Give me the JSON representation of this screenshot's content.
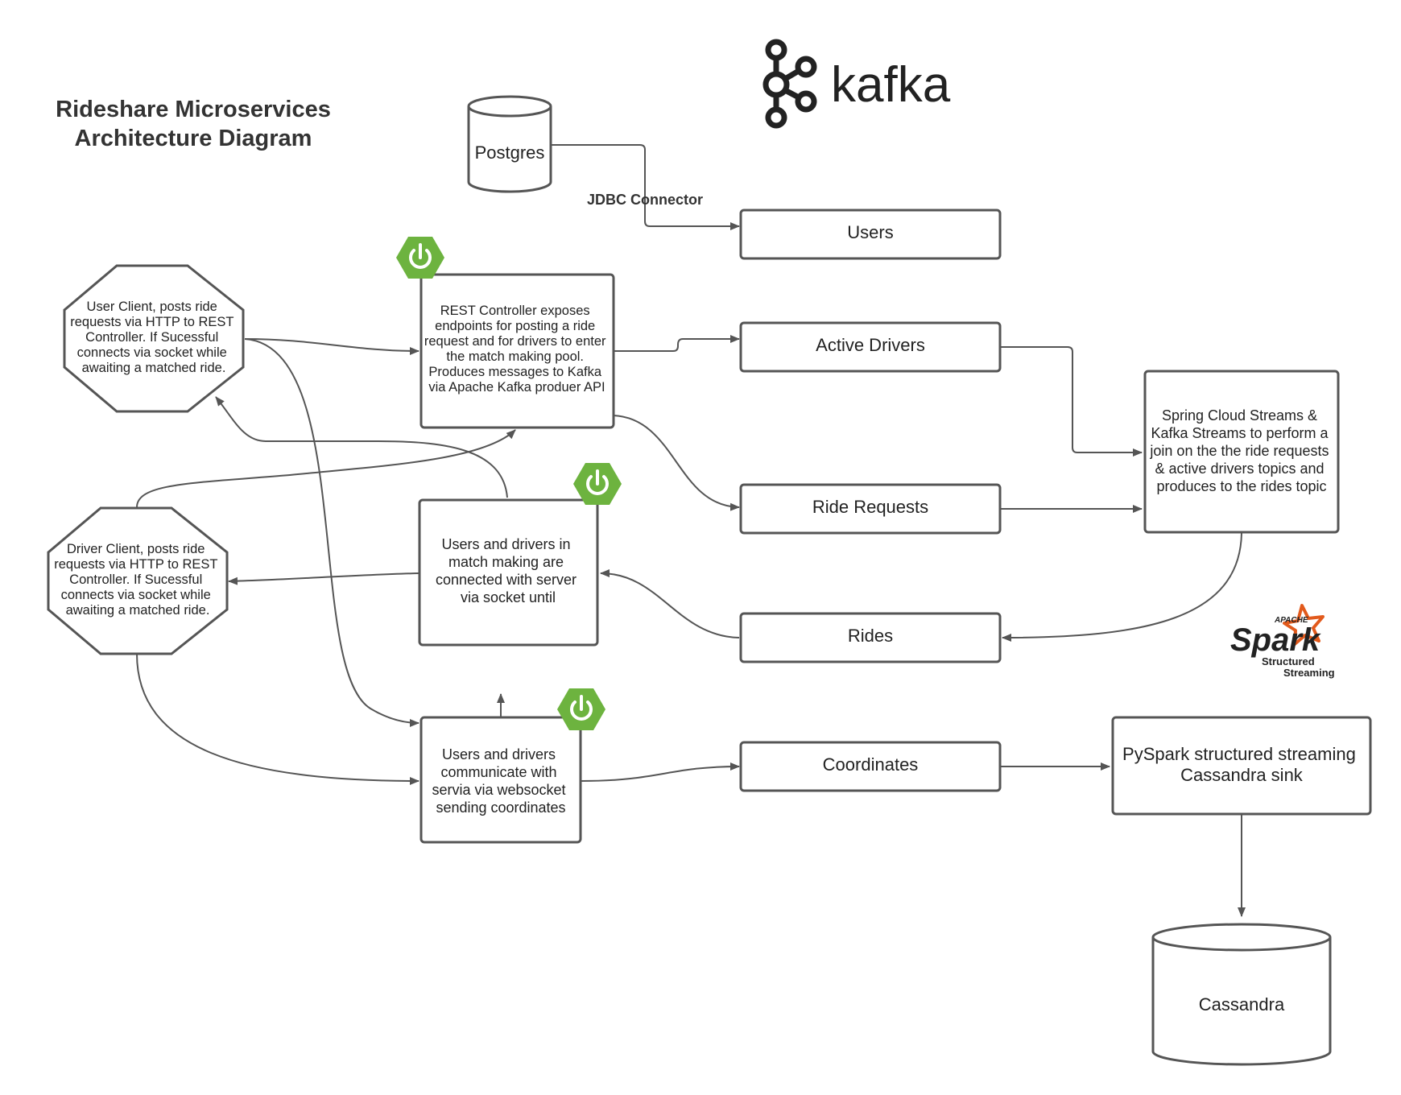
{
  "title_line1": "Rideshare Microservices",
  "title_line2": "Architecture Diagram",
  "logos": {
    "kafka": "kafka",
    "spark_top": "APACHE",
    "spark": "Spark",
    "spark_sub1": "Structured",
    "spark_sub2": "Streaming",
    "spring_icon": "spring-power-icon"
  },
  "nodes": {
    "postgres": "Postgres",
    "cassandra": "Cassandra",
    "users": "Users",
    "active_drivers": "Active Drivers",
    "ride_requests": "Ride Requests",
    "rides": "Rides",
    "coordinates": "Coordinates",
    "rest_controller": [
      "REST Controller exposes",
      "endpoints for posting a ride",
      "request and for drivers to enter",
      "the match making pool.",
      "Produces messages to Kafka",
      "via Apache Kafka produer API"
    ],
    "user_client": [
      "User Client, posts ride",
      "requests via HTTP to REST",
      "Controller. If Sucessful",
      "connects via socket while",
      "awaiting a matched ride."
    ],
    "driver_client": [
      "Driver Client, posts ride",
      "requests via HTTP to REST",
      "Controller. If Sucessful",
      "connects via socket while",
      "awaiting a matched ride."
    ],
    "matchmaking": [
      "Users and drivers in",
      "match making are",
      "connected with server",
      "via socket until"
    ],
    "websocket": [
      "Users and drivers",
      "communicate with",
      "servia via websocket",
      "sending coordinates"
    ],
    "spring_cloud": [
      "Spring Cloud Streams &",
      "Kafka Streams to perform a",
      "join on the the ride requests",
      "& active drivers topics and",
      "produces to the rides topic"
    ],
    "pyspark": [
      "PySpark structured streaming",
      "Cassandra sink"
    ]
  },
  "edge_labels": {
    "jdbc": "JDBC Connector"
  },
  "colors": {
    "spring_green": "#6db33f",
    "spark_orange": "#e25a1c",
    "line": "#555555"
  }
}
